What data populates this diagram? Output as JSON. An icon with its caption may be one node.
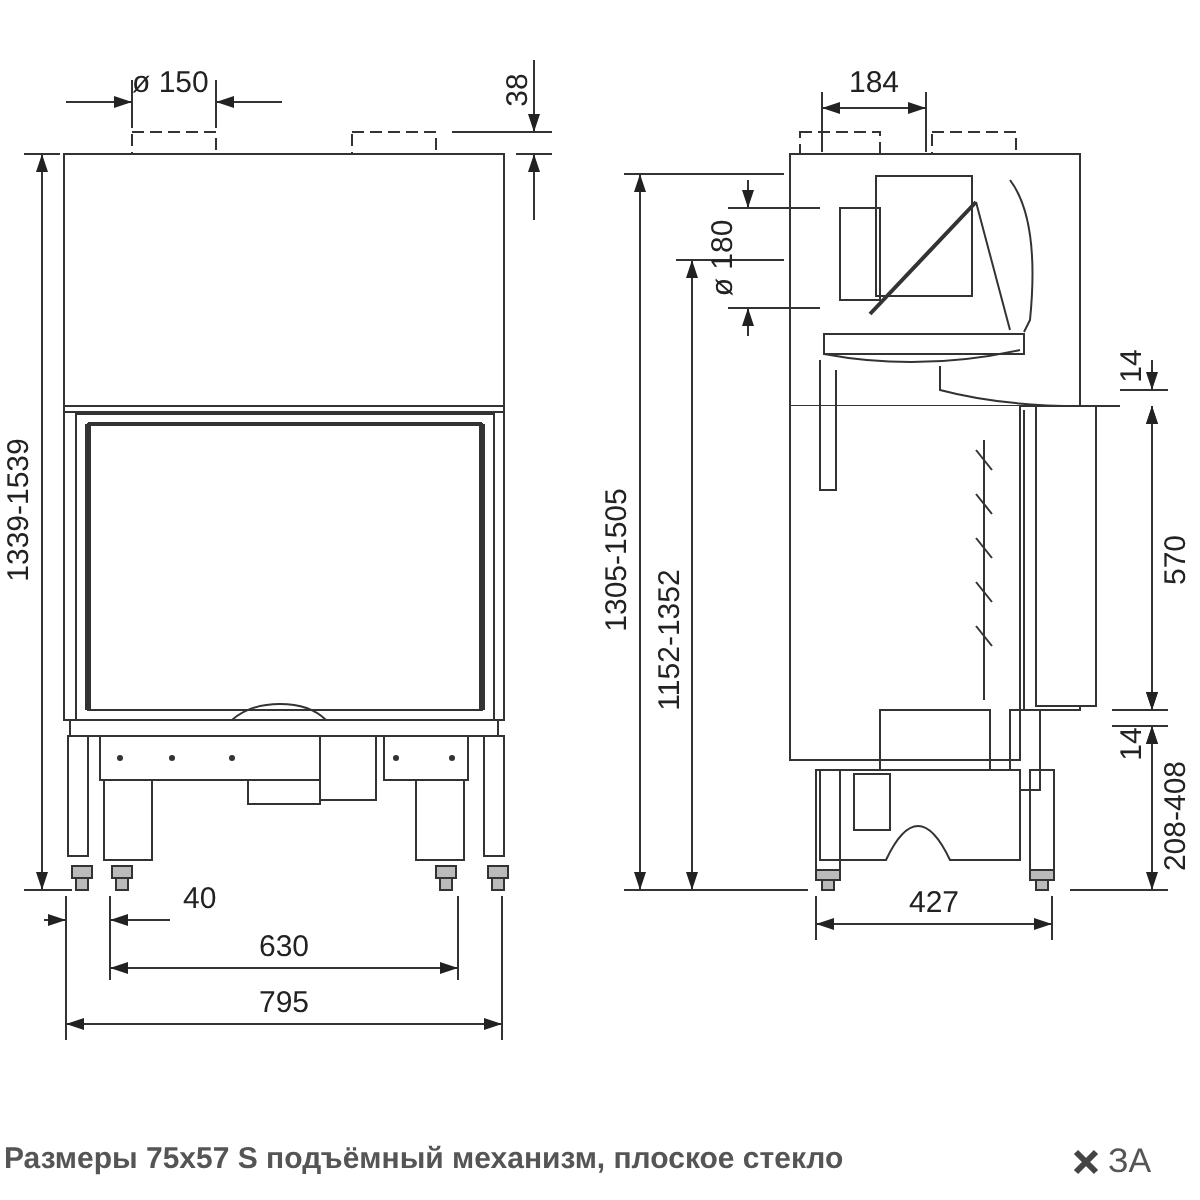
{
  "diagram": {
    "caption": "Размеры 75x57 S подъёмный механизм, плоское стекло",
    "labels": [
      "ø 150",
      "38",
      "184",
      "ø 180",
      "14",
      "1339-1539",
      "1305-1505",
      "1152-1352",
      "570",
      "14",
      "208-408",
      "40",
      "427",
      "630",
      "795",
      "ЗА"
    ]
  }
}
